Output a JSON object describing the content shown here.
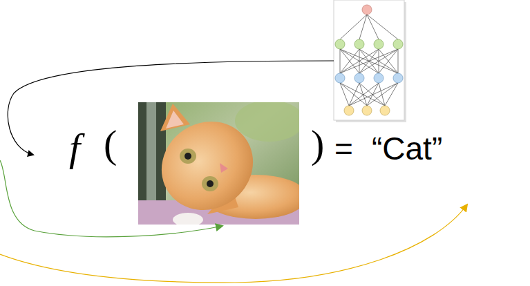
{
  "diagram": {
    "labels": [
      "f",
      "(",
      ")",
      "=",
      "“Cat”"
    ]
  }
}
